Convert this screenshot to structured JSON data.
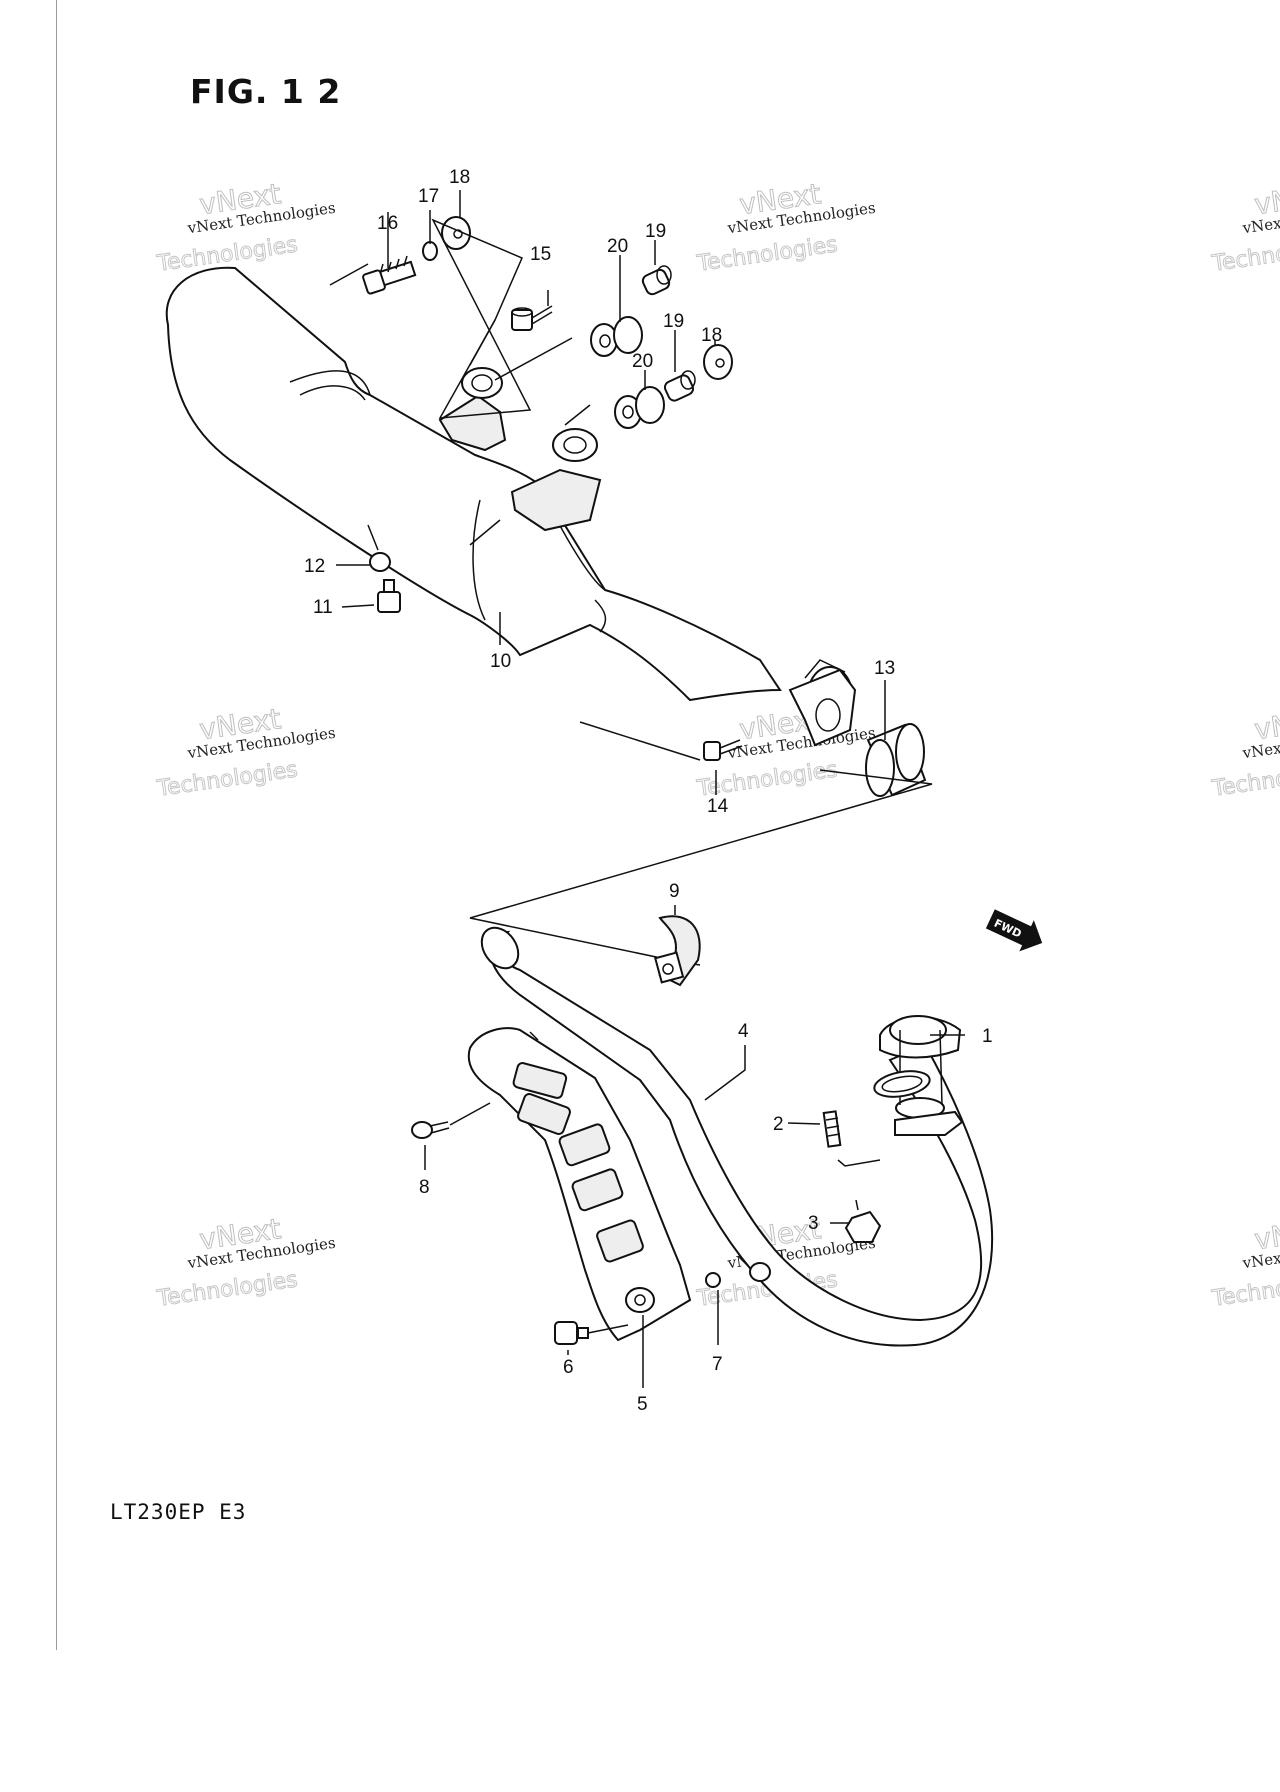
{
  "figure": {
    "title": "FIG. 1 2",
    "model_code": "LT230EP E3",
    "fwd_label": "FWD"
  },
  "watermark": {
    "line1": "vNext Technologies",
    "line2": "vNext",
    "line3": "Technologies"
  },
  "callouts": [
    {
      "id": "c1",
      "label": "1"
    },
    {
      "id": "c2",
      "label": "2"
    },
    {
      "id": "c3",
      "label": "3"
    },
    {
      "id": "c4",
      "label": "4"
    },
    {
      "id": "c5",
      "label": "5"
    },
    {
      "id": "c6",
      "label": "6"
    },
    {
      "id": "c7",
      "label": "7"
    },
    {
      "id": "c8",
      "label": "8"
    },
    {
      "id": "c9",
      "label": "9"
    },
    {
      "id": "c10",
      "label": "10"
    },
    {
      "id": "c11",
      "label": "11"
    },
    {
      "id": "c12",
      "label": "12"
    },
    {
      "id": "c13",
      "label": "13"
    },
    {
      "id": "c14",
      "label": "14"
    },
    {
      "id": "c15",
      "label": "15"
    },
    {
      "id": "c16",
      "label": "16"
    },
    {
      "id": "c17",
      "label": "17"
    },
    {
      "id": "c18a",
      "label": "18"
    },
    {
      "id": "c18b",
      "label": "18"
    },
    {
      "id": "c19a",
      "label": "19"
    },
    {
      "id": "c19b",
      "label": "19"
    },
    {
      "id": "c20a",
      "label": "20"
    },
    {
      "id": "c20b",
      "label": "20"
    }
  ]
}
